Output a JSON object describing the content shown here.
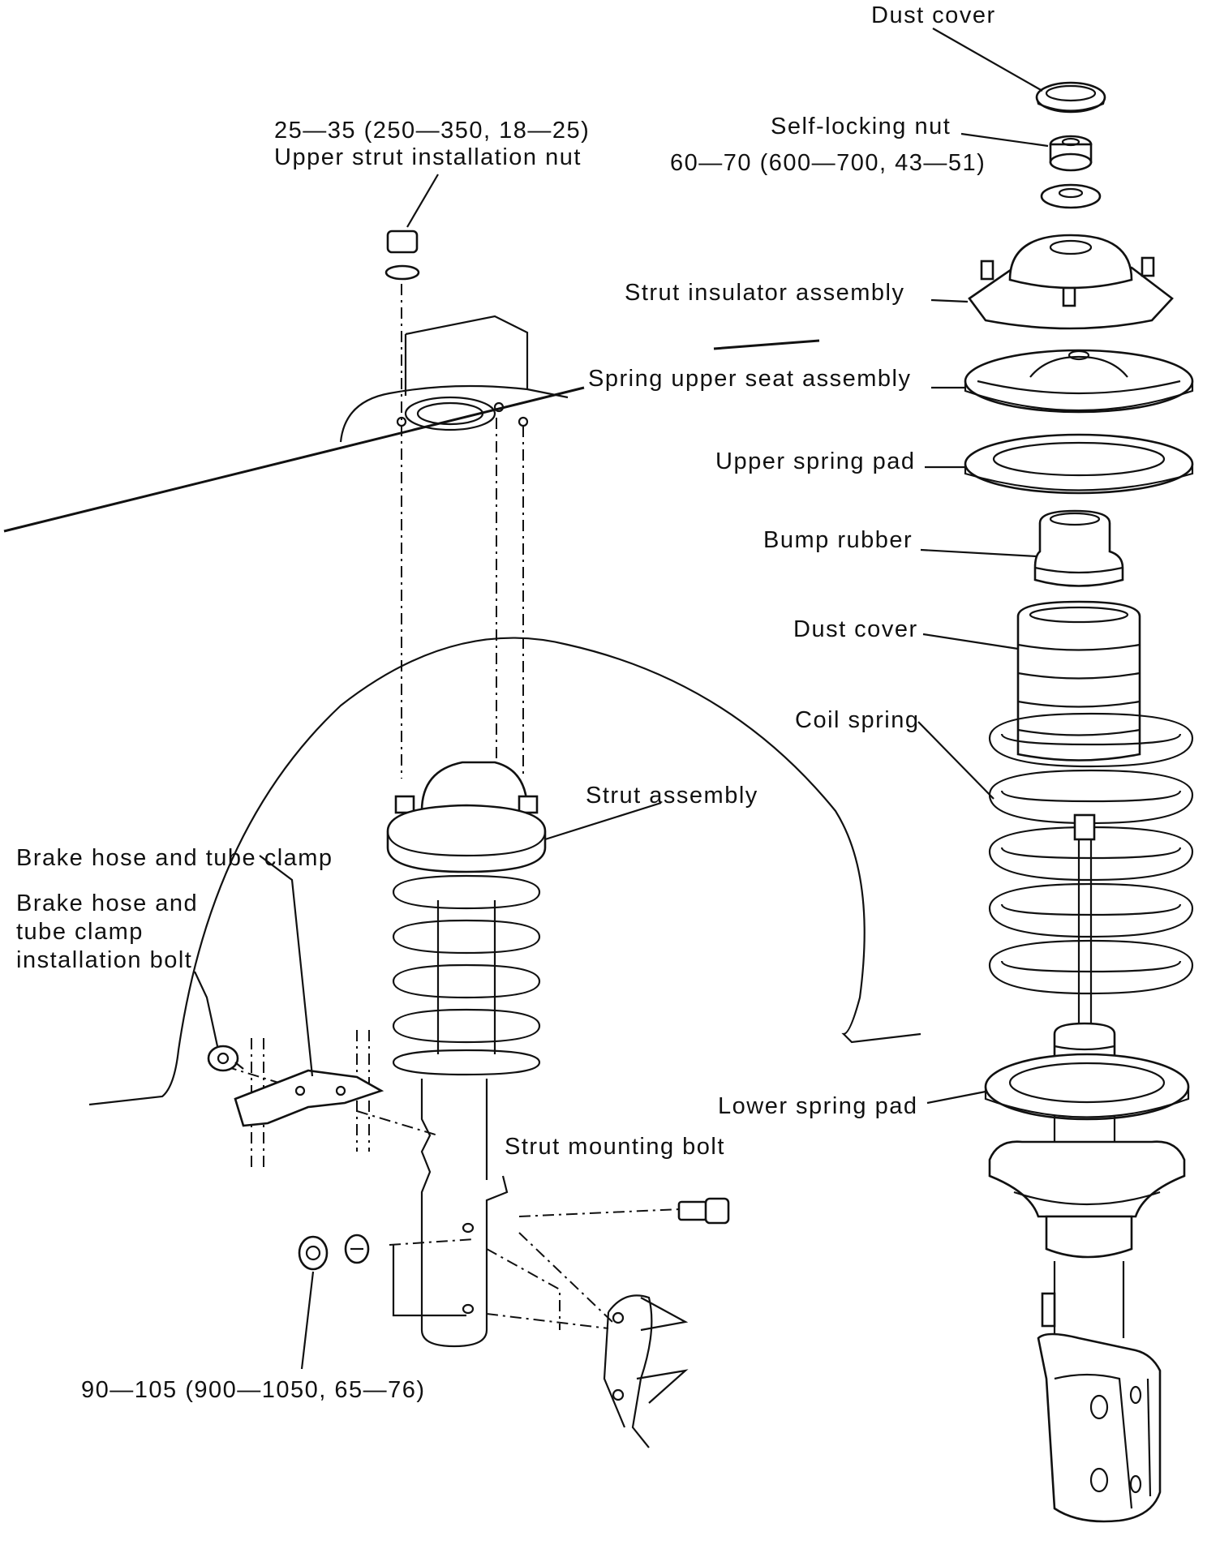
{
  "labels": {
    "dust_cover_top": "Dust cover",
    "self_locking_nut": "Self-locking nut",
    "self_locking_nut_torque": "60—70 (600—700, 43—51)",
    "upper_nut_torque": "25—35 (250—350, 18—25)",
    "upper_strut_nut": "Upper strut installation nut",
    "strut_insulator": "Strut insulator assembly",
    "spring_upper_seat": "Spring upper seat assembly",
    "upper_spring_pad": "Upper spring pad",
    "bump_rubber": "Bump rubber",
    "dust_cover_mid": "Dust cover",
    "coil_spring": "Coil spring",
    "strut_assembly": "Strut assembly",
    "brake_hose_clamp": "Brake hose and tube clamp",
    "brake_bolt_line1": "Brake hose and",
    "brake_bolt_line2": "tube clamp",
    "brake_bolt_line3": "installation bolt",
    "lower_spring_pad": "Lower spring pad",
    "strut_mounting_bolt": "Strut mounting bolt",
    "lower_torque": "90—105 (900—1050, 65—76)"
  }
}
